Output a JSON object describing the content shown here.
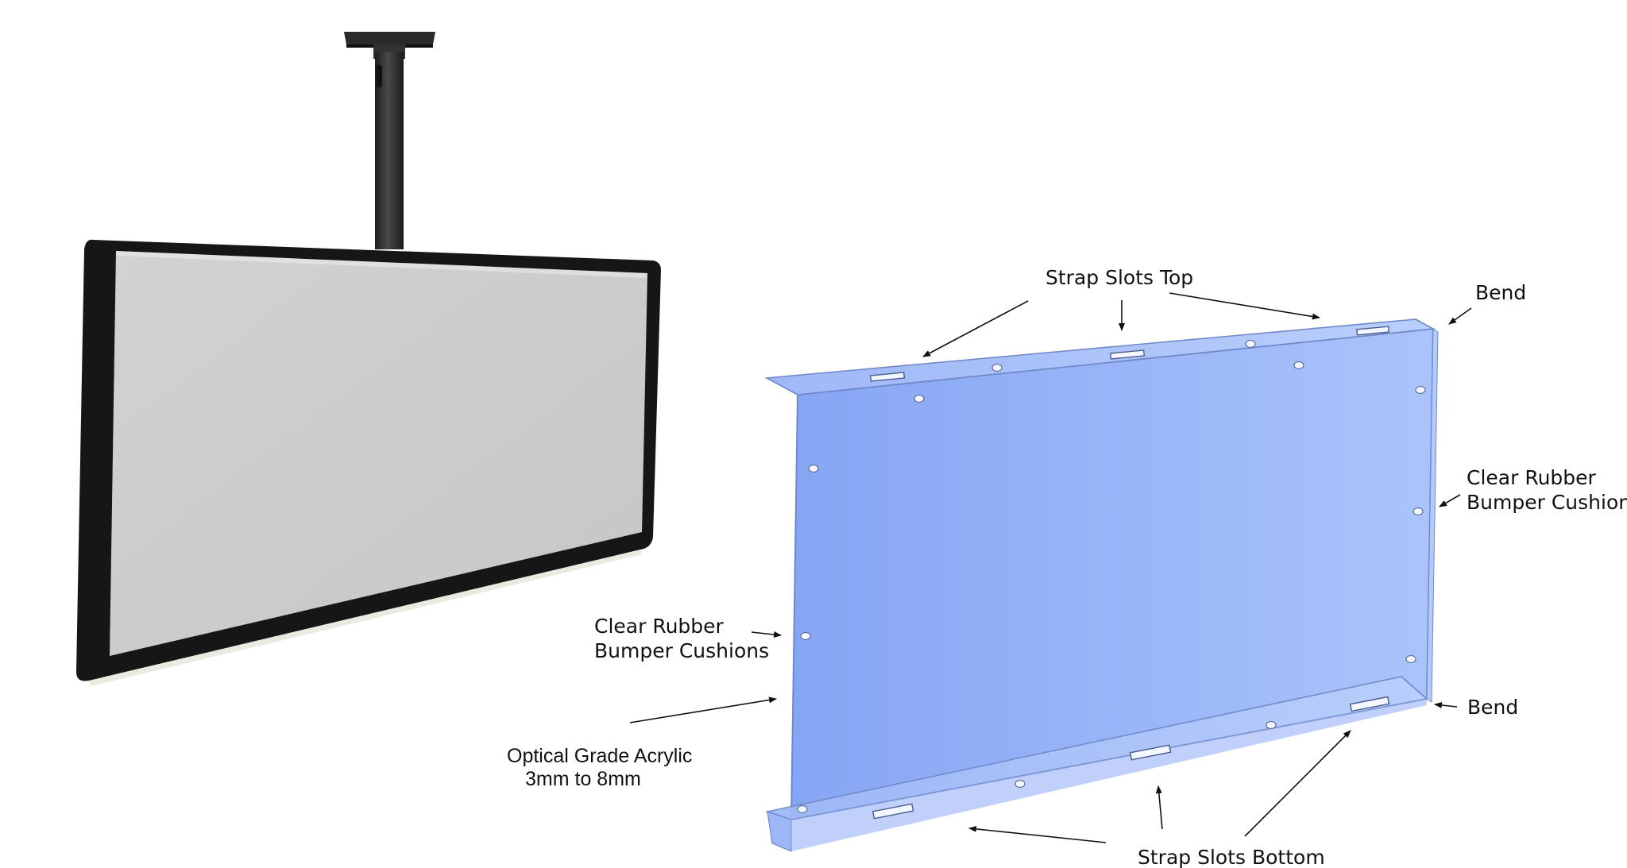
{
  "labels": {
    "strap_slots_top": "Strap Slots Top",
    "bend_top": "Bend",
    "clear_rubber_right_line1": "Clear Rubber",
    "clear_rubber_right_line2": "Bumper Cushions",
    "clear_rubber_left_line1": "Clear Rubber",
    "clear_rubber_left_line2": "Bumper Cushions",
    "bend_bottom": "Bend",
    "optical_line1": "Optical Grade Acrylic",
    "optical_line2": "3mm to 8mm",
    "strap_slots_bottom": "Strap Slots Bottom"
  },
  "colors": {
    "acrylic_left": "#8aa8f5",
    "acrylic_right": "#a9c3fb",
    "acrylic_edge": "#6f86c4",
    "monitor_frame": "#141414",
    "monitor_screen": "#cccccc",
    "mount_pole": "#2c2c2c"
  }
}
